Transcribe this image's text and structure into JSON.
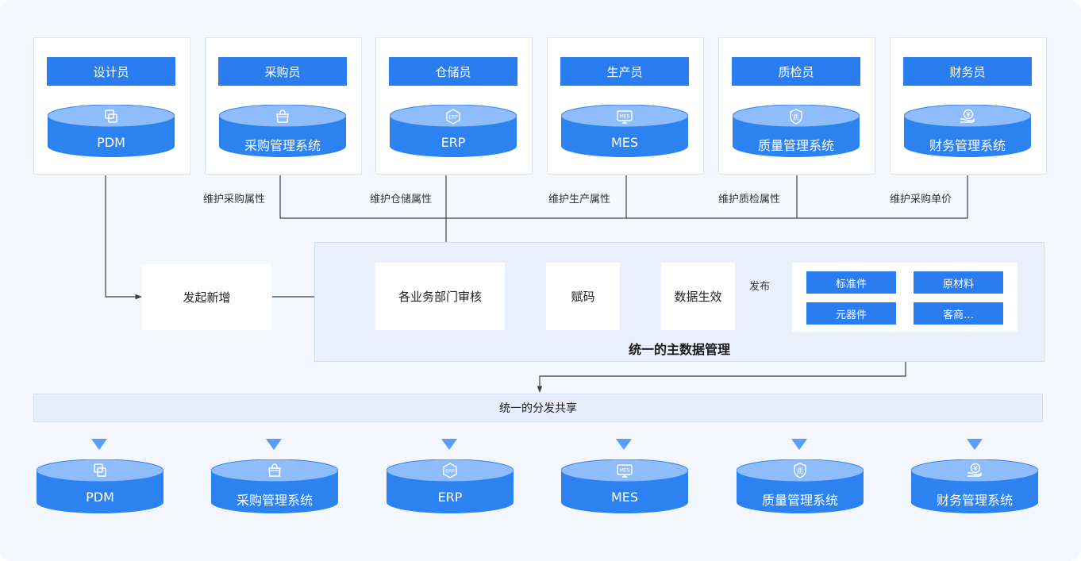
{
  "roles": [
    {
      "role": "设计员",
      "system": "PDM",
      "icon": "pdm-layers-icon"
    },
    {
      "role": "采购员",
      "system": "采购管理系统",
      "icon": "shopping-basket-icon"
    },
    {
      "role": "仓储员",
      "system": "ERP",
      "icon": "erp-badge-icon"
    },
    {
      "role": "生产员",
      "system": "MES",
      "icon": "mes-monitor-icon"
    },
    {
      "role": "质检员",
      "system": "质量管理系统",
      "icon": "quality-shield-icon"
    },
    {
      "role": "财务员",
      "system": "财务管理系统",
      "icon": "finance-hand-coin-icon"
    }
  ],
  "icon_text": {
    "erp": "ERP",
    "mes": "MES",
    "quality": "质"
  },
  "edge_labels": [
    "维护采购属性",
    "维护仓储属性",
    "维护生产属性",
    "维护质检属性",
    "维护采购单价"
  ],
  "flow": {
    "initiate": "发起新增",
    "review": "各业务部门审核",
    "assign_code": "赋码",
    "activate": "数据生效",
    "publish_label": "发布"
  },
  "panel_title": "统一的主数据管理",
  "outputs": [
    "标准件",
    "原材料",
    "元器件",
    "客商…"
  ],
  "share_title": "统一的分发共享",
  "targets": [
    "PDM",
    "采购管理系统",
    "ERP",
    "MES",
    "质量管理系统",
    "财务管理系统"
  ],
  "colors": {
    "primary": "#2a7df1",
    "primary_light": "#8fbdfb",
    "cylinder_side": "#2d82f2",
    "line": "#3b4250"
  }
}
